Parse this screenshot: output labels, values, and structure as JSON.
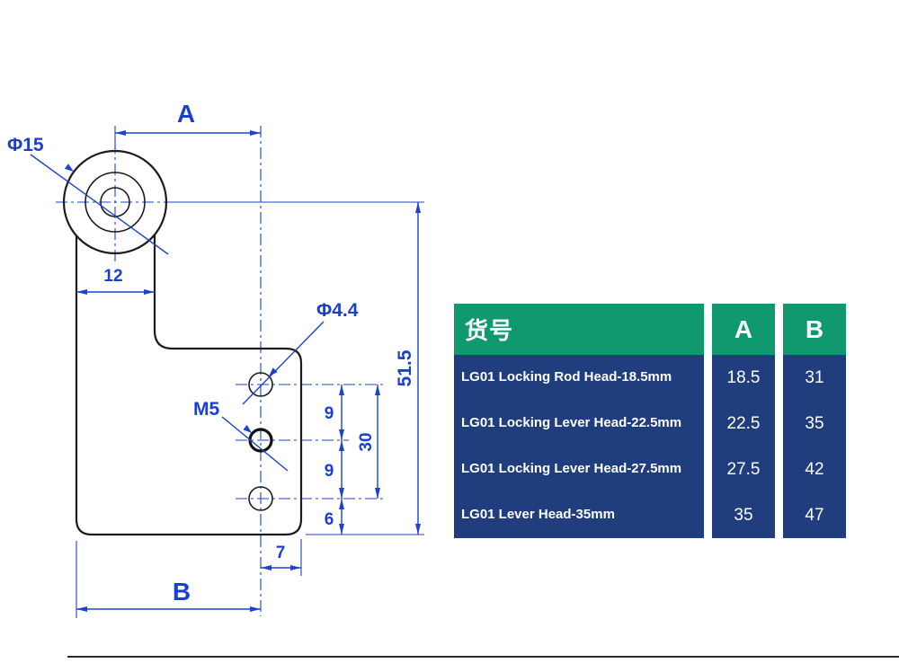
{
  "drawing": {
    "labels": {
      "dia15": "Φ15",
      "dimA": "A",
      "dim12": "12",
      "dia44": "Φ4.4",
      "m5": "M5",
      "dim9a": "9",
      "dim9b": "9",
      "dim30": "30",
      "dim6": "6",
      "dim515": "51.5",
      "dim7": "7",
      "dimB": "B"
    },
    "colors": {
      "dimension_blue": "#1c43cf",
      "outline_black": "#1c1c1c"
    }
  },
  "table": {
    "headers": {
      "item": "货号",
      "a": "A",
      "b": "B"
    },
    "rows": [
      {
        "name": "LG01 Locking Rod Head-18.5mm",
        "a": "18.5",
        "b": "31"
      },
      {
        "name": "LG01 Locking Lever Head-22.5mm",
        "a": "22.5",
        "b": "35"
      },
      {
        "name": "LG01 Locking Lever Head-27.5mm",
        "a": "27.5",
        "b": "42"
      },
      {
        "name": "LG01 Lever Head-35mm",
        "a": "35",
        "b": "47"
      }
    ],
    "colors": {
      "header_bg": "#10986e",
      "body_bg": "#203e7e",
      "text": "#ffffff"
    }
  }
}
